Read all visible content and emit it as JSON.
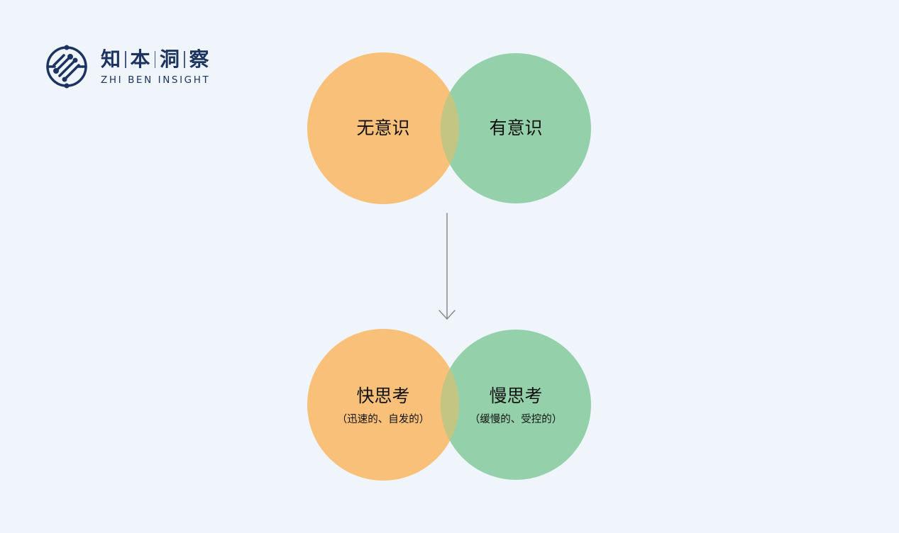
{
  "logo": {
    "chars": [
      "知",
      "本",
      "洞",
      "察"
    ],
    "english": "ZHI BEN INSIGHT",
    "color": "#1d3461"
  },
  "top_pair": {
    "left_label": "无意识",
    "right_label": "有意识"
  },
  "bottom_pair": {
    "left_label": "快思考",
    "left_sub": "（迅速的、自发的）",
    "right_label": "慢思考",
    "right_sub": "（缓慢的、受控的）"
  },
  "colors": {
    "background": "#eff5fb",
    "orange": "#f9c07a",
    "green": "#94d1ab",
    "overlap": "#c3c682",
    "arrow": "#8a8a8a"
  }
}
